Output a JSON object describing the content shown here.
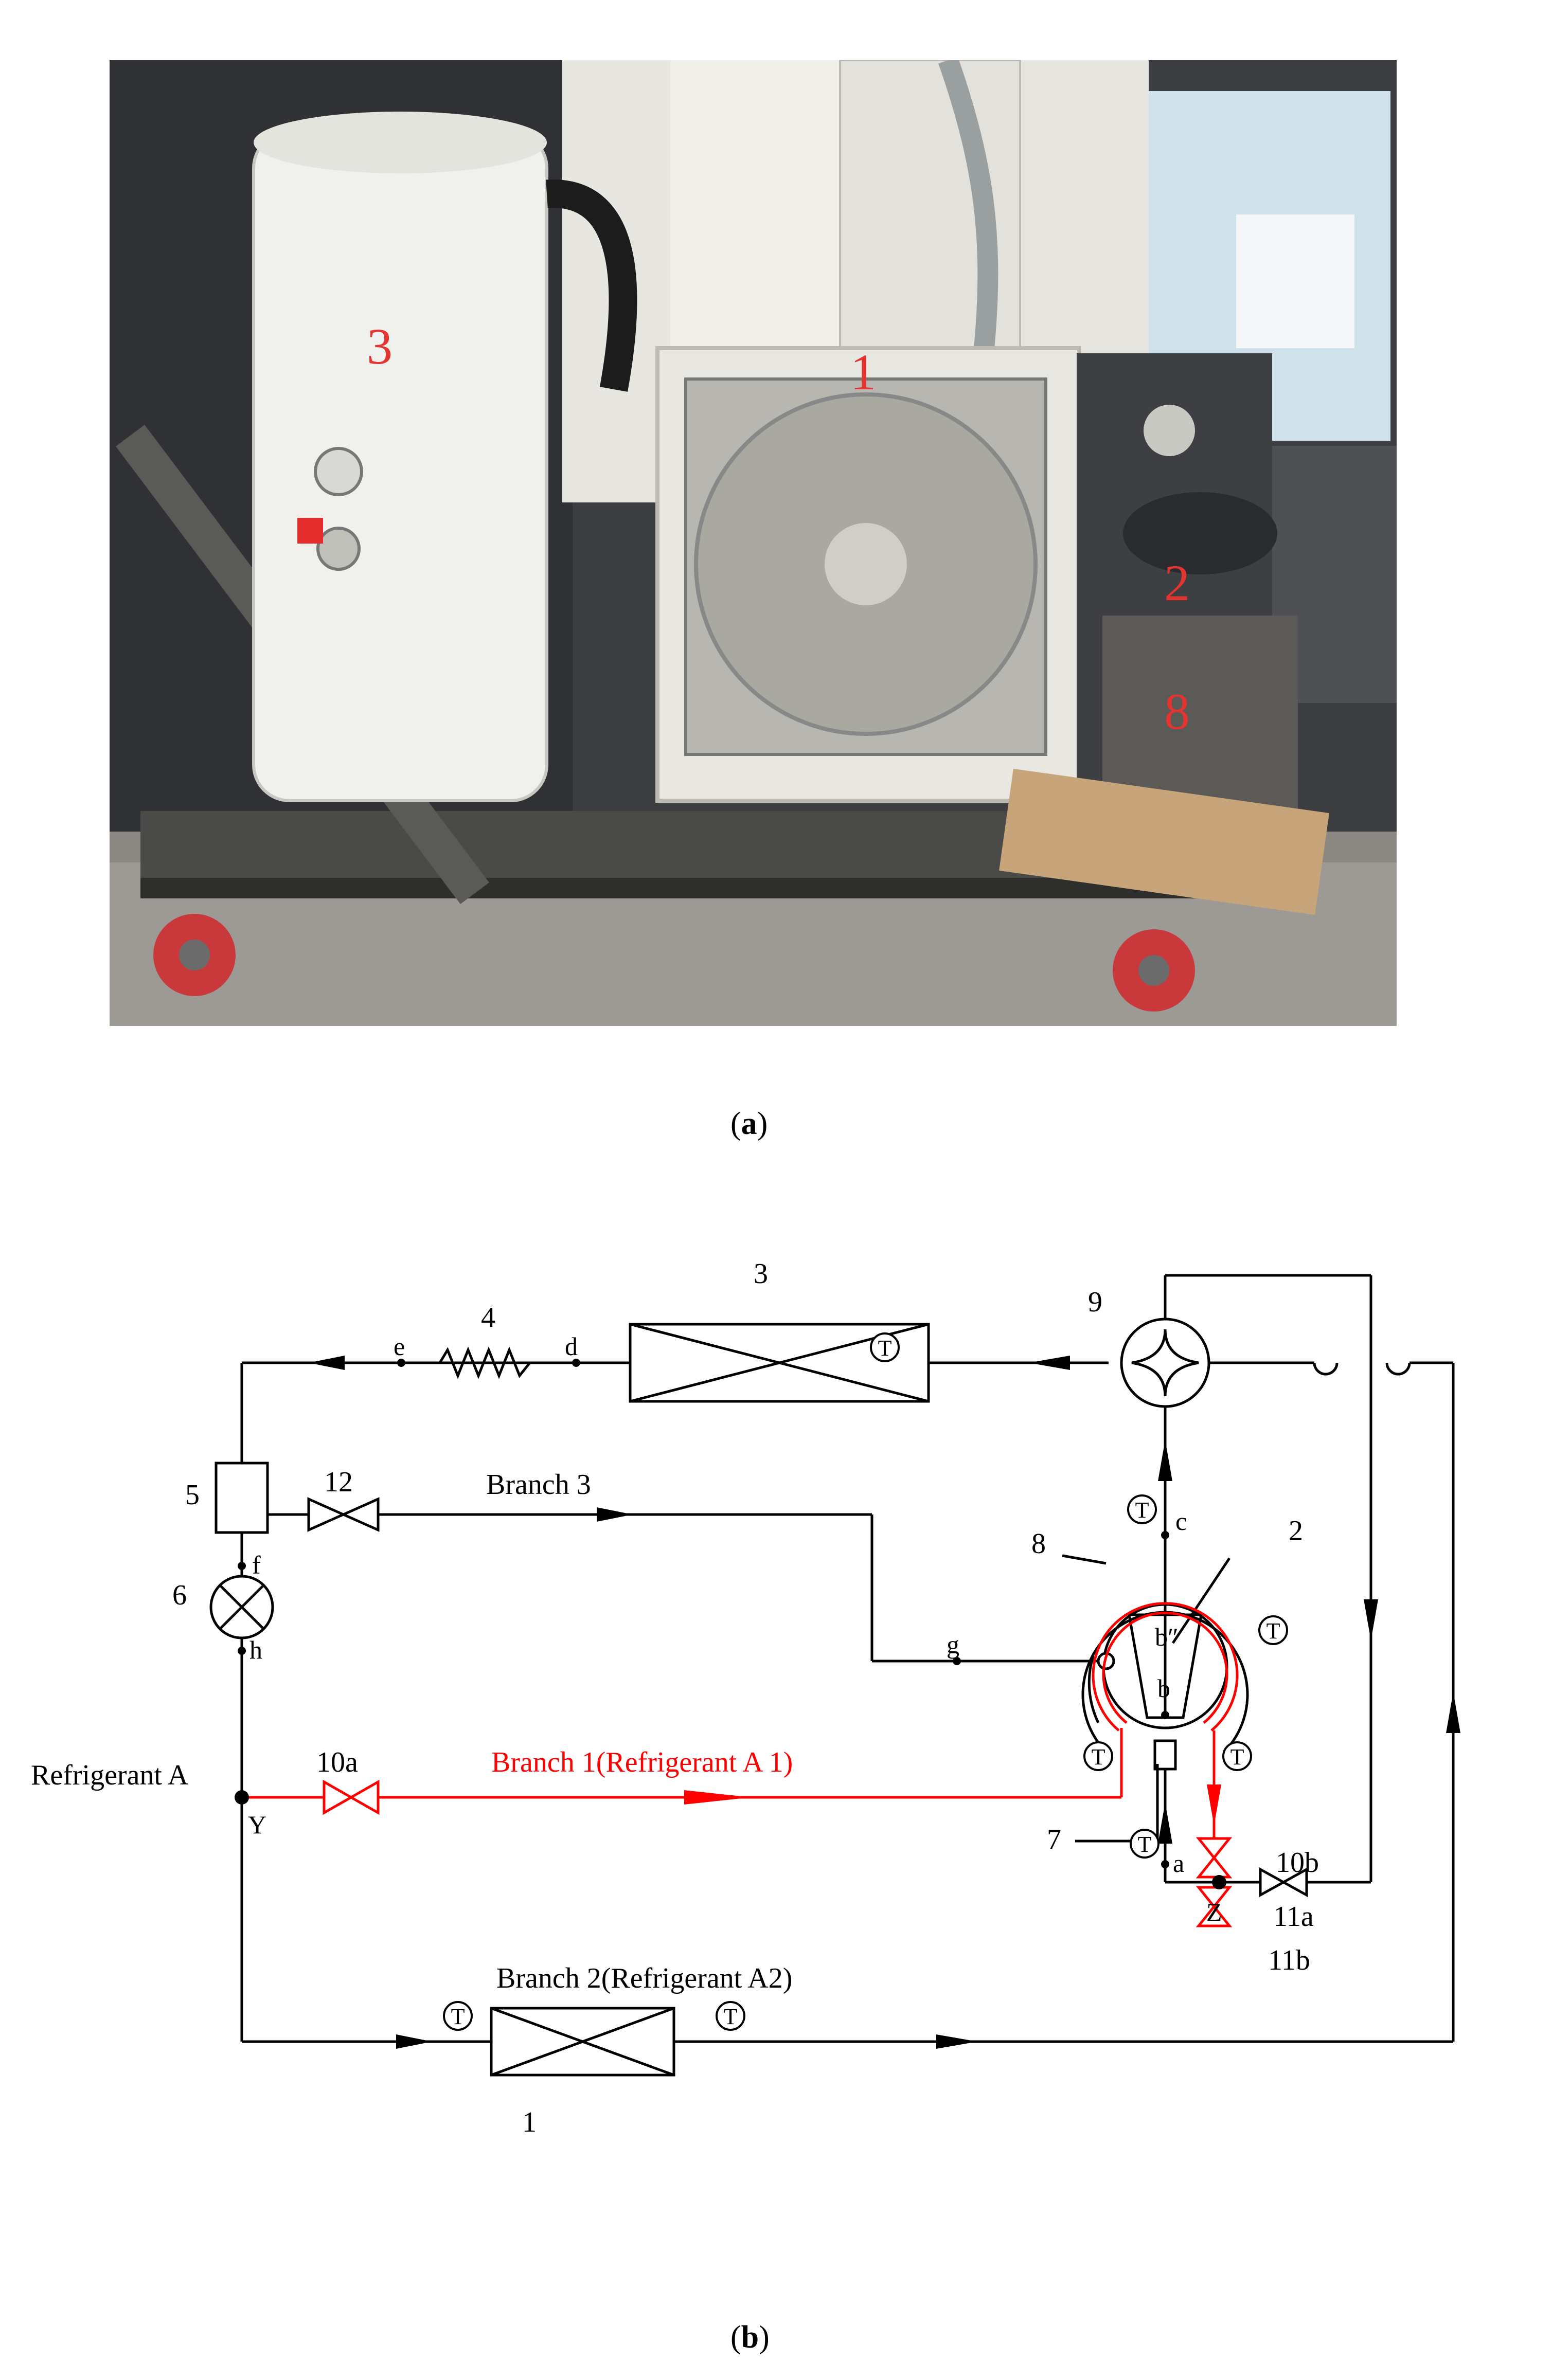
{
  "photo": {
    "labels": [
      "3",
      "1",
      "2",
      "8"
    ],
    "label_color": "#e3342f"
  },
  "caption_a": {
    "open": "(",
    "letter": "a",
    "close": ")"
  },
  "caption_b": {
    "open": "(",
    "letter": "b",
    "close": ")"
  },
  "diagram": {
    "numbers": {
      "n1": "1",
      "n2": "2",
      "n3": "3",
      "n4": "4",
      "n5": "5",
      "n6": "6",
      "n7": "7",
      "n8": "8",
      "n9": "9",
      "n10a": "10a",
      "n10b": "10b",
      "n11a": "11a",
      "n11b": "11b",
      "n12": "12"
    },
    "points": {
      "a": "a",
      "b": "b",
      "b2": "b″",
      "c": "c",
      "d": "d",
      "e": "e",
      "f": "f",
      "g": "g",
      "h": "h",
      "Y": "Y",
      "Z": "Z"
    },
    "branch1": "Branch 1(Refrigerant A 1)",
    "branch2": "Branch 2(Refrigerant A2)",
    "branch3": "Branch 3",
    "refrigerant": "Refrigerant A",
    "sensor_symbol": "T",
    "colors": {
      "line": "#000000",
      "highlight": "#ff0000"
    }
  }
}
